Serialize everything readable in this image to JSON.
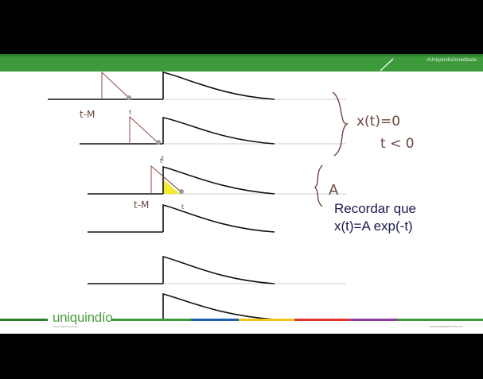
{
  "slide": {
    "hashtag": "#UniquindioAcreditada",
    "note_title": "Recordar que",
    "note_formula": "x(t)=A exp(-t)",
    "logo_text": "uniquindío",
    "logo_subtitle": "Universidad del Quindío",
    "footer_url": "www.uniquindio.edu.co"
  },
  "annotations": {
    "label_t_minus_m_1": "t-M",
    "label_t_1": "t",
    "label_t_2": "t",
    "label_t_3": "t",
    "label_t_minus_m_2": "t-M",
    "label_t_4": "t",
    "condition_x": "x(t)=0",
    "condition_t": "t < 0",
    "label_A": "A"
  },
  "colors": {
    "header_green": "#3c9a3b",
    "header_dark_green": "#2d7f2e",
    "signal_black": "#111111",
    "ink_brown": "#6b4640",
    "highlight_yellow": "#f2ea1d",
    "note_navy": "#1b1a4e",
    "footer_stripes": [
      "#3c9a3b",
      "#1d5fa8",
      "#f0c419",
      "#e3342f",
      "#8a3d9a"
    ]
  }
}
